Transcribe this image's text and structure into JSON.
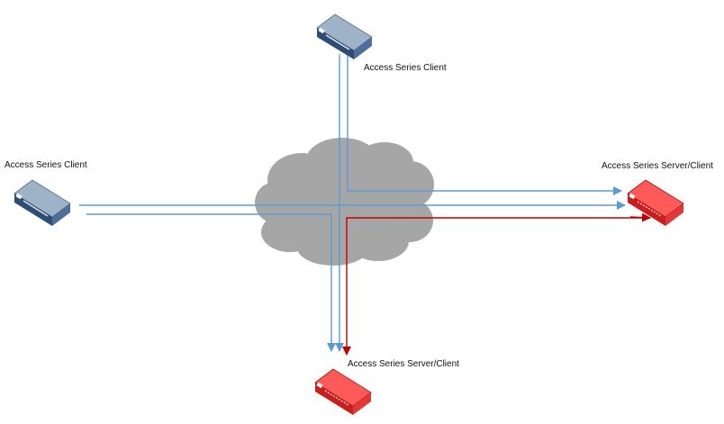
{
  "nodes": {
    "top_client": {
      "label": "Access Series Client",
      "kind": "client"
    },
    "left_client": {
      "label": "Access Series Client",
      "kind": "client"
    },
    "right_server": {
      "label": "Access Series Server/Client",
      "kind": "server"
    },
    "bottom_server": {
      "label": "Access Series Server/Client",
      "kind": "server"
    }
  },
  "cloud": {
    "name": "network-cloud-icon",
    "color": "#a6a6a6"
  },
  "connections": [
    {
      "from": "top_client",
      "to": "right_server",
      "color": "#5b9bd5"
    },
    {
      "from": "top_client",
      "to": "bottom_server",
      "color": "#5b9bd5"
    },
    {
      "from": "left_client",
      "to": "right_server",
      "color": "#5b9bd5"
    },
    {
      "from": "left_client",
      "to": "bottom_server",
      "color": "#5b9bd5"
    },
    {
      "from": "right_server",
      "to": "bottom_server",
      "color": "#c00000"
    }
  ],
  "colors": {
    "client_top": "#9fb3c8",
    "client_front": "#2f4c74",
    "server_top": "#ff5a5a",
    "server_front": "#c81e1e",
    "blue_line": "#5b9bd5",
    "red_line": "#c00000"
  }
}
